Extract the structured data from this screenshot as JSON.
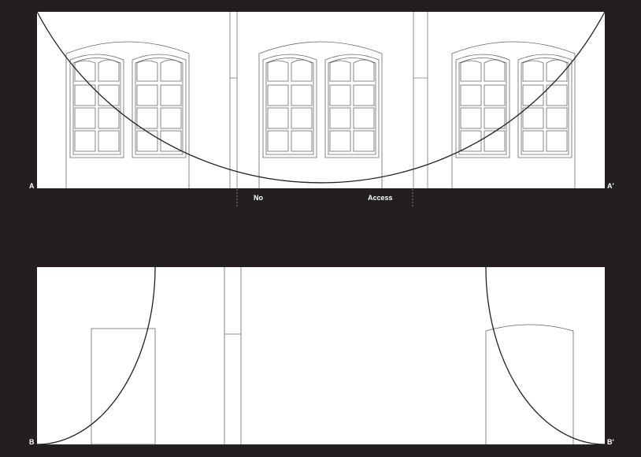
{
  "elevation_a": {
    "start_label": "A",
    "end_label": "A′",
    "zone_labels": [
      "No",
      "Access"
    ]
  },
  "elevation_b": {
    "start_label": "B",
    "end_label": "B′"
  },
  "colors": {
    "background": "#231f20",
    "panel": "#ffffff",
    "line": "#555555",
    "arc": "#231f20"
  }
}
